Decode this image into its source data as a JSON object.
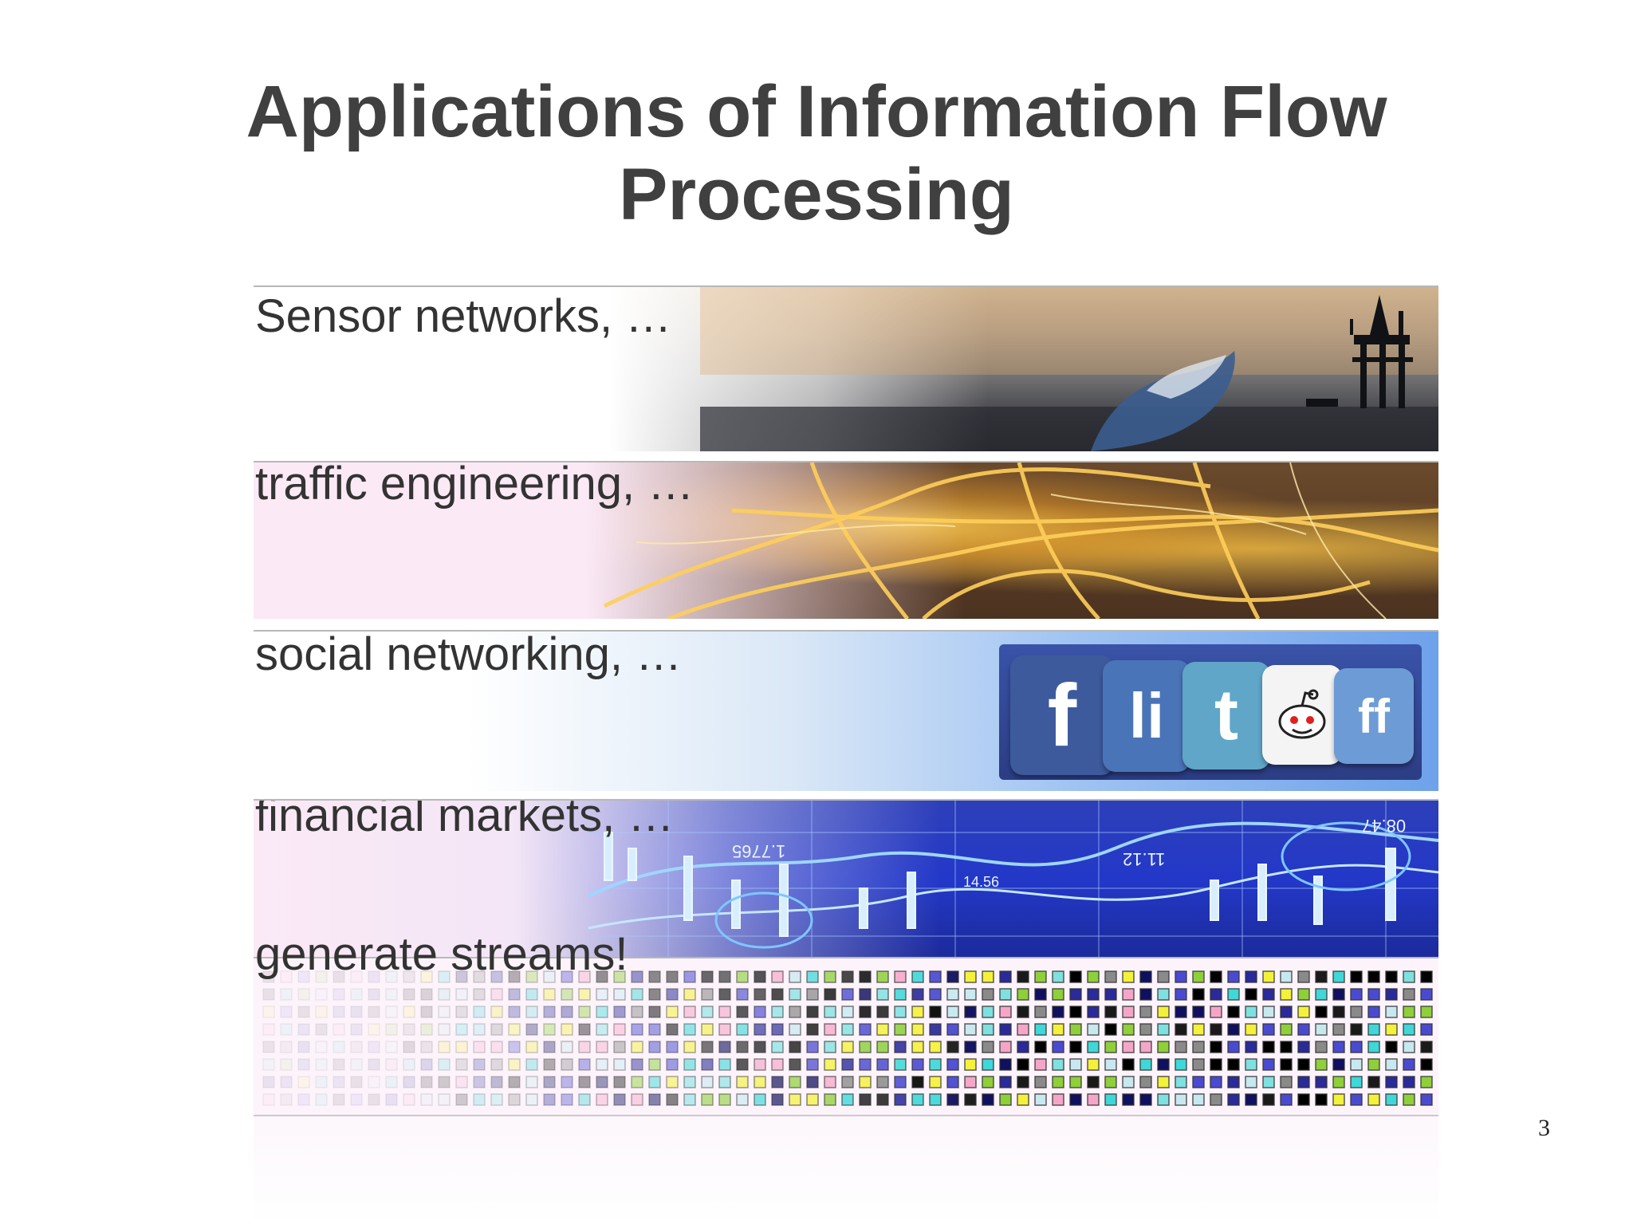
{
  "slide": {
    "title_line1": "Applications of Information Flow",
    "title_line2": "Processing",
    "page_number": "3"
  },
  "bands": [
    {
      "label": "Sensor networks, …",
      "image": "ocean-oil-rig"
    },
    {
      "label": "traffic engineering, …",
      "image": "city-traffic-lights"
    },
    {
      "label": "social networking, …",
      "image": "social-media-pillows"
    },
    {
      "label": "financial markets, …",
      "image": "stock-market-chart"
    },
    {
      "label": "generate streams!",
      "image": "colored-data-stream-grid"
    }
  ],
  "social_icons": [
    "f",
    "li",
    "t",
    "reddit",
    "ff"
  ],
  "finance_overlay": [
    "1.7765",
    "11.12",
    "14.56",
    "08.47"
  ],
  "colors": {
    "title": "#404040",
    "ocean_dark": "#2c2d31",
    "traffic_gold": "#ffc850",
    "social_blue": "#6ea2ea",
    "finance_blue": "#2338c9"
  }
}
